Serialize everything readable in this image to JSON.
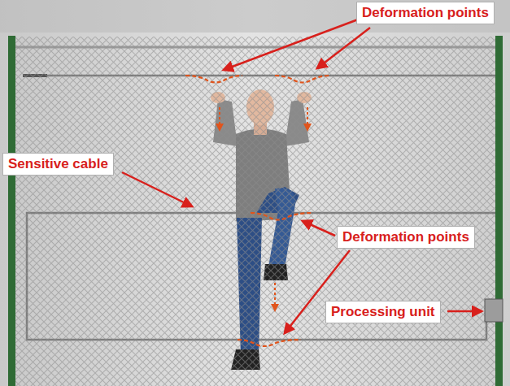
{
  "diagram": {
    "labels": [
      "Deformation points",
      "Sensitive cable",
      "Deformation points",
      "Processing unit"
    ]
  }
}
